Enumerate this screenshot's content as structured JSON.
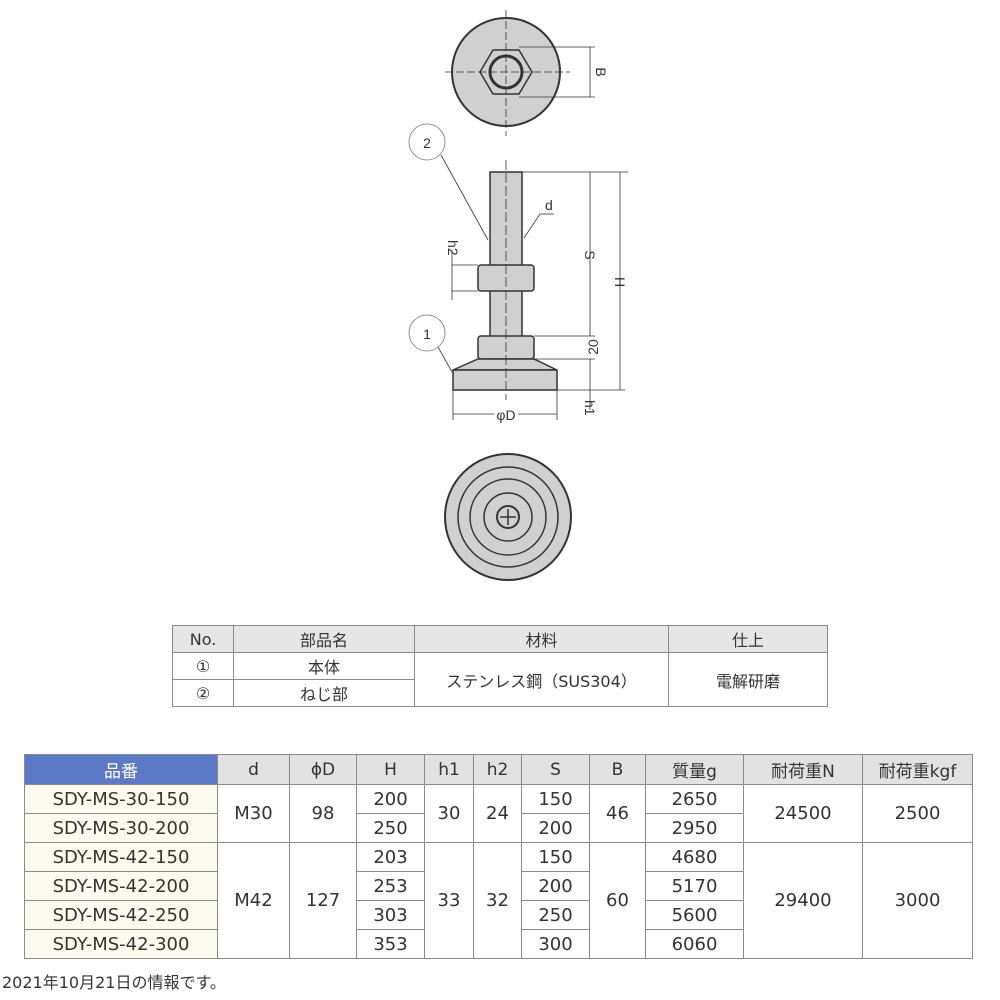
{
  "drawing": {
    "callouts": [
      "2",
      "1"
    ],
    "dim_labels": {
      "B": "B",
      "d": "d",
      "h2": "h2",
      "S": "S",
      "H": "H",
      "20": "20",
      "h1": "h1",
      "D": "φD"
    }
  },
  "parts_table": {
    "headers": [
      "No.",
      "部品名",
      "材料",
      "仕上"
    ],
    "rows": [
      {
        "no": "①",
        "name": "本体"
      },
      {
        "no": "②",
        "name": "ねじ部"
      }
    ],
    "material": "ステンレス鋼（SUS304）",
    "finish": "電解研磨"
  },
  "spec_table": {
    "headers": [
      "品番",
      "d",
      "ϕD",
      "H",
      "h1",
      "h2",
      "S",
      "B",
      "質量g",
      "耐荷重N",
      "耐荷重kgf"
    ],
    "groups": [
      {
        "d": "M30",
        "D": "98",
        "h1": "30",
        "h2": "24",
        "B": "46",
        "load_n": "24500",
        "load_kgf": "2500",
        "rows": [
          {
            "part": "SDY-MS-30-150",
            "H": "200",
            "S": "150",
            "mass": "2650"
          },
          {
            "part": "SDY-MS-30-200",
            "H": "250",
            "S": "200",
            "mass": "2950"
          }
        ]
      },
      {
        "d": "M42",
        "D": "127",
        "h1": "33",
        "h2": "32",
        "B": "60",
        "load_n": "29400",
        "load_kgf": "3000",
        "rows": [
          {
            "part": "SDY-MS-42-150",
            "H": "203",
            "S": "150",
            "mass": "4680"
          },
          {
            "part": "SDY-MS-42-200",
            "H": "253",
            "S": "200",
            "mass": "5170"
          },
          {
            "part": "SDY-MS-42-250",
            "H": "303",
            "S": "250",
            "mass": "5600"
          },
          {
            "part": "SDY-MS-42-300",
            "H": "353",
            "S": "300",
            "mass": "6060"
          }
        ]
      }
    ]
  },
  "note": "2021年10月21日の情報です。",
  "colors": {
    "header_blue": "#5b79c4",
    "part_fill": "#d0d0d0"
  }
}
